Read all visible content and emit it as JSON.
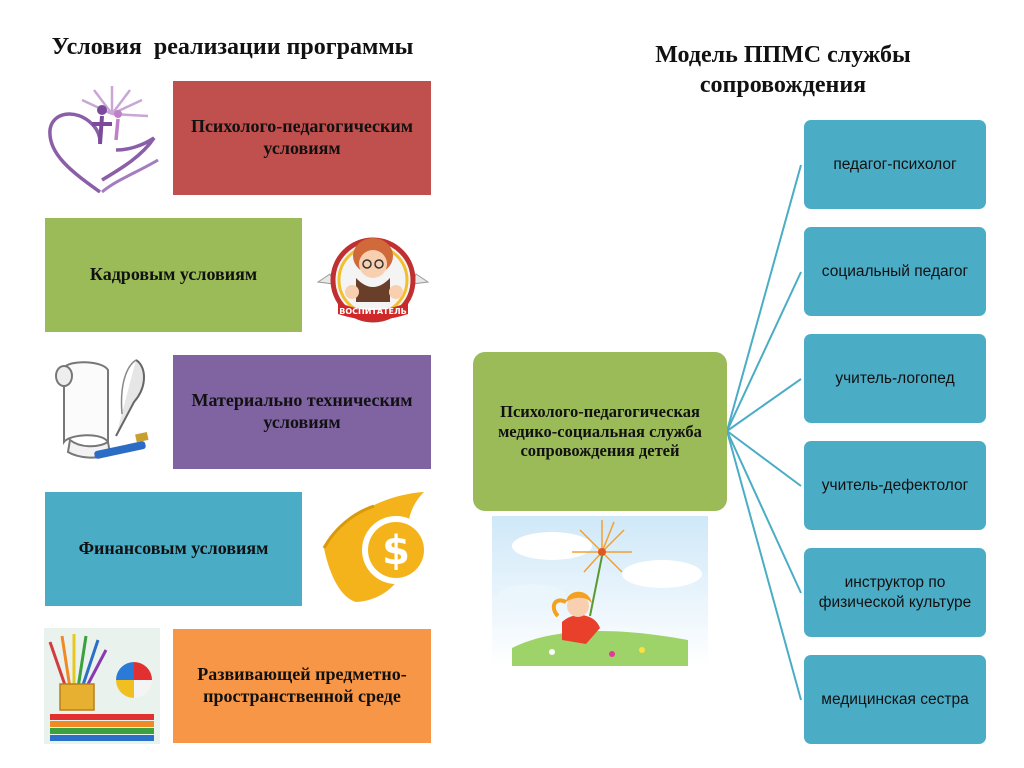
{
  "left_title": "Условия  реализации программы",
  "right_title": "Модель ППМС службы сопровождения",
  "conditions": [
    {
      "label": "Психолого-педагогическим условиям",
      "color": "#c0504d"
    },
    {
      "label": "Кадровым условиям",
      "color": "#9bbb59"
    },
    {
      "label": "Материально техническим условиям",
      "color": "#8064a2"
    },
    {
      "label": "Финансовым условиям",
      "color": "#4bacc6"
    },
    {
      "label": "Развивающей предметно-пространственной среде",
      "color": "#f79646"
    }
  ],
  "hub": {
    "label": "Психолого-педагогическая медико-социальная служба сопровождения детей",
    "color": "#9bbb59"
  },
  "specialists": [
    "педагог-психолог",
    "социальный педагог",
    "учитель-логопед",
    "учитель-дефектолог",
    "инструктор по физической культуре",
    "медицинская сестра"
  ],
  "badge_text": "ВОСПИТАТЕЛЬ",
  "icons": [
    "heart-hands-icon",
    "teacher-badge-icon",
    "scroll-quill-icon",
    "dollar-coin-icon",
    "pencils-toys-icon",
    "girl-dandelion-icon"
  ]
}
